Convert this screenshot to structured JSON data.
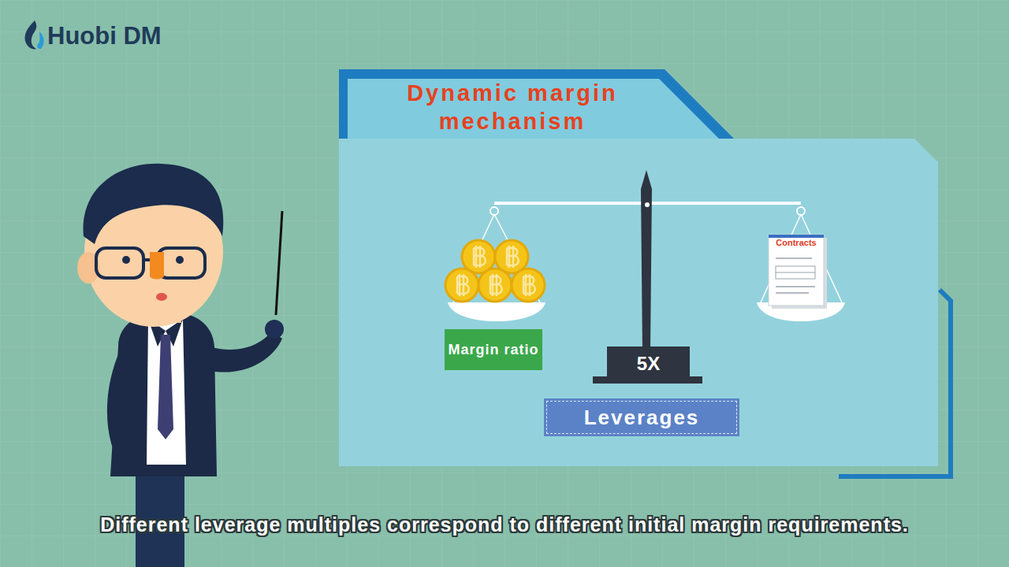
{
  "diagram": {
    "title": "Dynamic margin mechanism",
    "caption": "Different leverage multiples correspond to different initial margin requirements.",
    "nodes": [
      {
        "text": [
          "Contracts"
        ]
      },
      {
        "text": [
          "Margin ratio"
        ]
      },
      {
        "text": [
          "5X"
        ]
      },
      {
        "text": [
          "Leverages"
        ]
      }
    ],
    "labels": [
      "Huobi DM"
    ]
  }
}
